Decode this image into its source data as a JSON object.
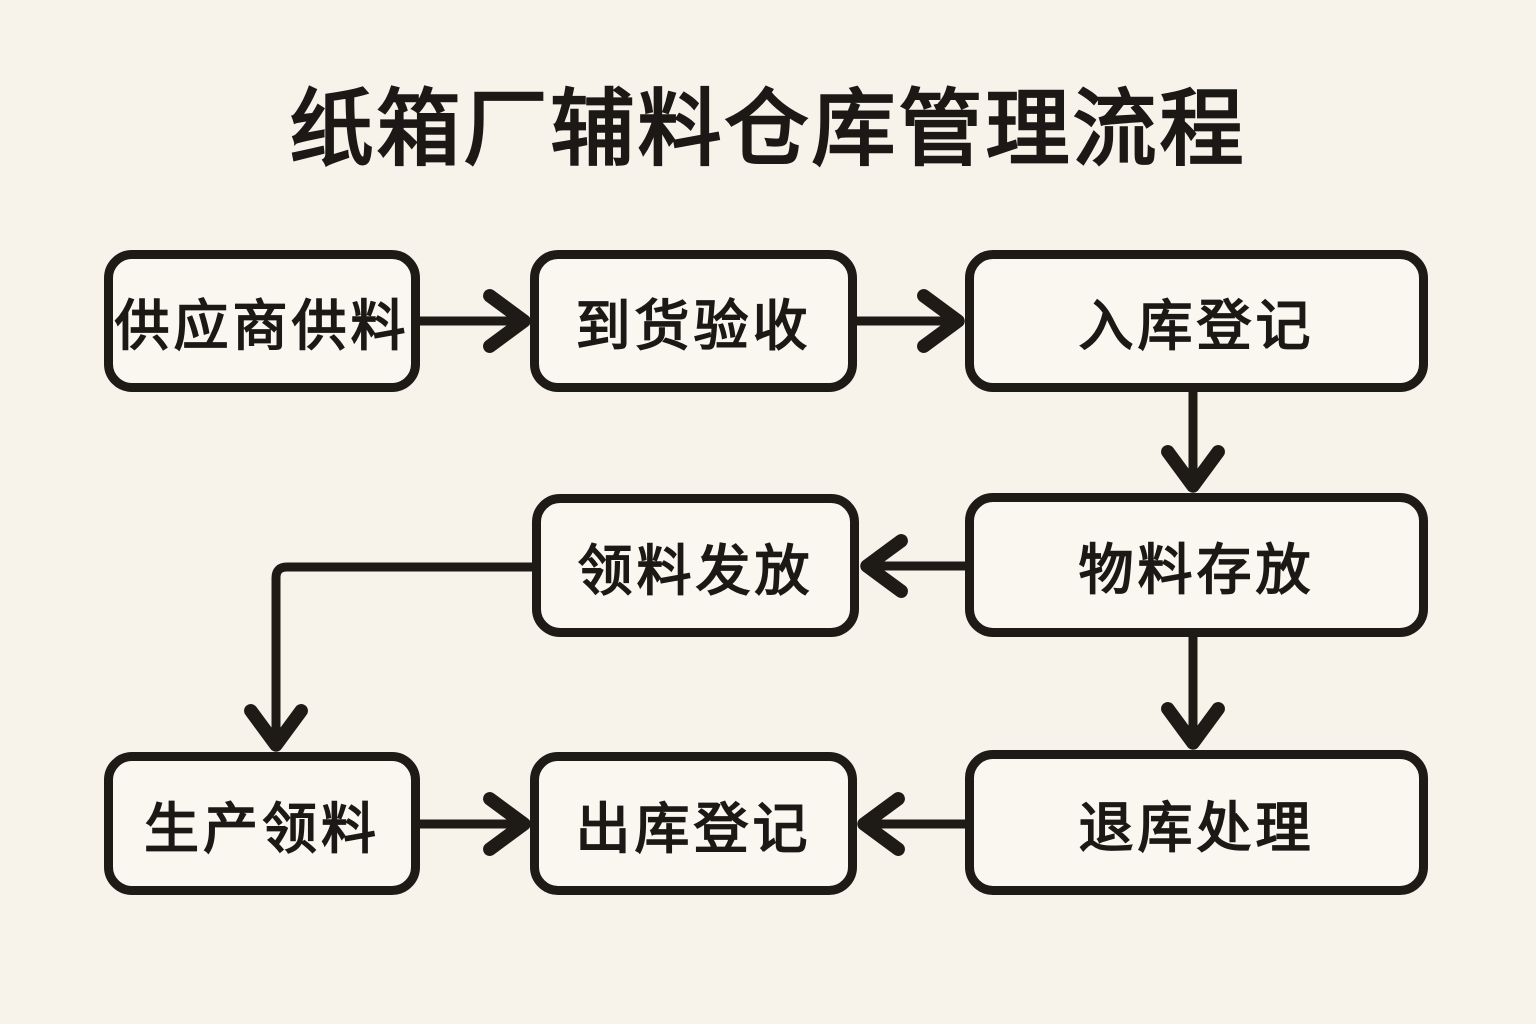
{
  "title": "纸箱厂辅料仓库管理流程",
  "colors": {
    "background": "#f7f3ea",
    "node_fill": "#faf7f0",
    "stroke": "#1e1b17",
    "text": "#1b1816"
  },
  "diagram": {
    "nodes": [
      {
        "id": "supplier-supply",
        "label": "供应商供料"
      },
      {
        "id": "arrival-inspection",
        "label": "到货验收"
      },
      {
        "id": "inbound-registration",
        "label": "入库登记"
      },
      {
        "id": "material-issue",
        "label": "领料发放"
      },
      {
        "id": "material-storage",
        "label": "物料存放"
      },
      {
        "id": "production-picking",
        "label": "生产领料"
      },
      {
        "id": "outbound-registration",
        "label": "出库登记"
      },
      {
        "id": "return-processing",
        "label": "退库处理"
      }
    ],
    "edges": [
      {
        "from": "supplier-supply",
        "to": "arrival-inspection"
      },
      {
        "from": "arrival-inspection",
        "to": "inbound-registration"
      },
      {
        "from": "inbound-registration",
        "to": "material-storage"
      },
      {
        "from": "material-storage",
        "to": "material-issue"
      },
      {
        "from": "material-issue",
        "to": "production-picking"
      },
      {
        "from": "material-storage",
        "to": "return-processing"
      },
      {
        "from": "production-picking",
        "to": "outbound-registration"
      },
      {
        "from": "return-processing",
        "to": "outbound-registration"
      }
    ]
  }
}
